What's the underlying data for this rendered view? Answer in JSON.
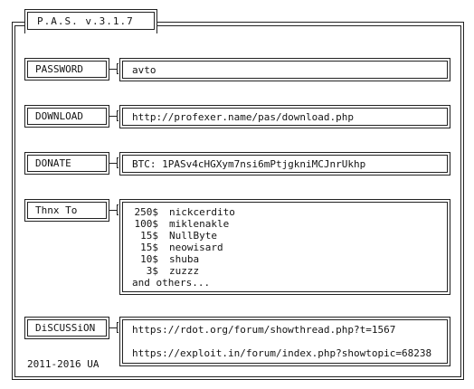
{
  "app": {
    "title": "P.A.S. v.3.1.7"
  },
  "sections": {
    "password": {
      "label": "PASSWORD",
      "value": "avto"
    },
    "download": {
      "label": "DOWNLOAD",
      "value": "http://profexer.name/pas/download.php"
    },
    "donate": {
      "label": "DONATE",
      "value": "BTC: 1PASv4cHGXym7nsi6mPtjgkniMCJnrUkhp"
    },
    "thanks": {
      "label": "Thnx To",
      "entries": [
        {
          "amount": "250$",
          "name": "nickcerdito"
        },
        {
          "amount": "100$",
          "name": "miklenakle"
        },
        {
          "amount": "15$",
          "name": "NullByte"
        },
        {
          "amount": "15$",
          "name": "neowisard"
        },
        {
          "amount": "10$",
          "name": "shuba"
        },
        {
          "amount": "3$",
          "name": "zuzzz"
        }
      ],
      "footer": "and others..."
    },
    "discussion": {
      "label": "DiSCUSSiON",
      "links": [
        "https://rdot.org/forum/showthread.php?t=1567",
        "https://exploit.in/forum/index.php?showtopic=68238"
      ]
    }
  },
  "footer": {
    "copyright": "2011-2016 UA"
  }
}
